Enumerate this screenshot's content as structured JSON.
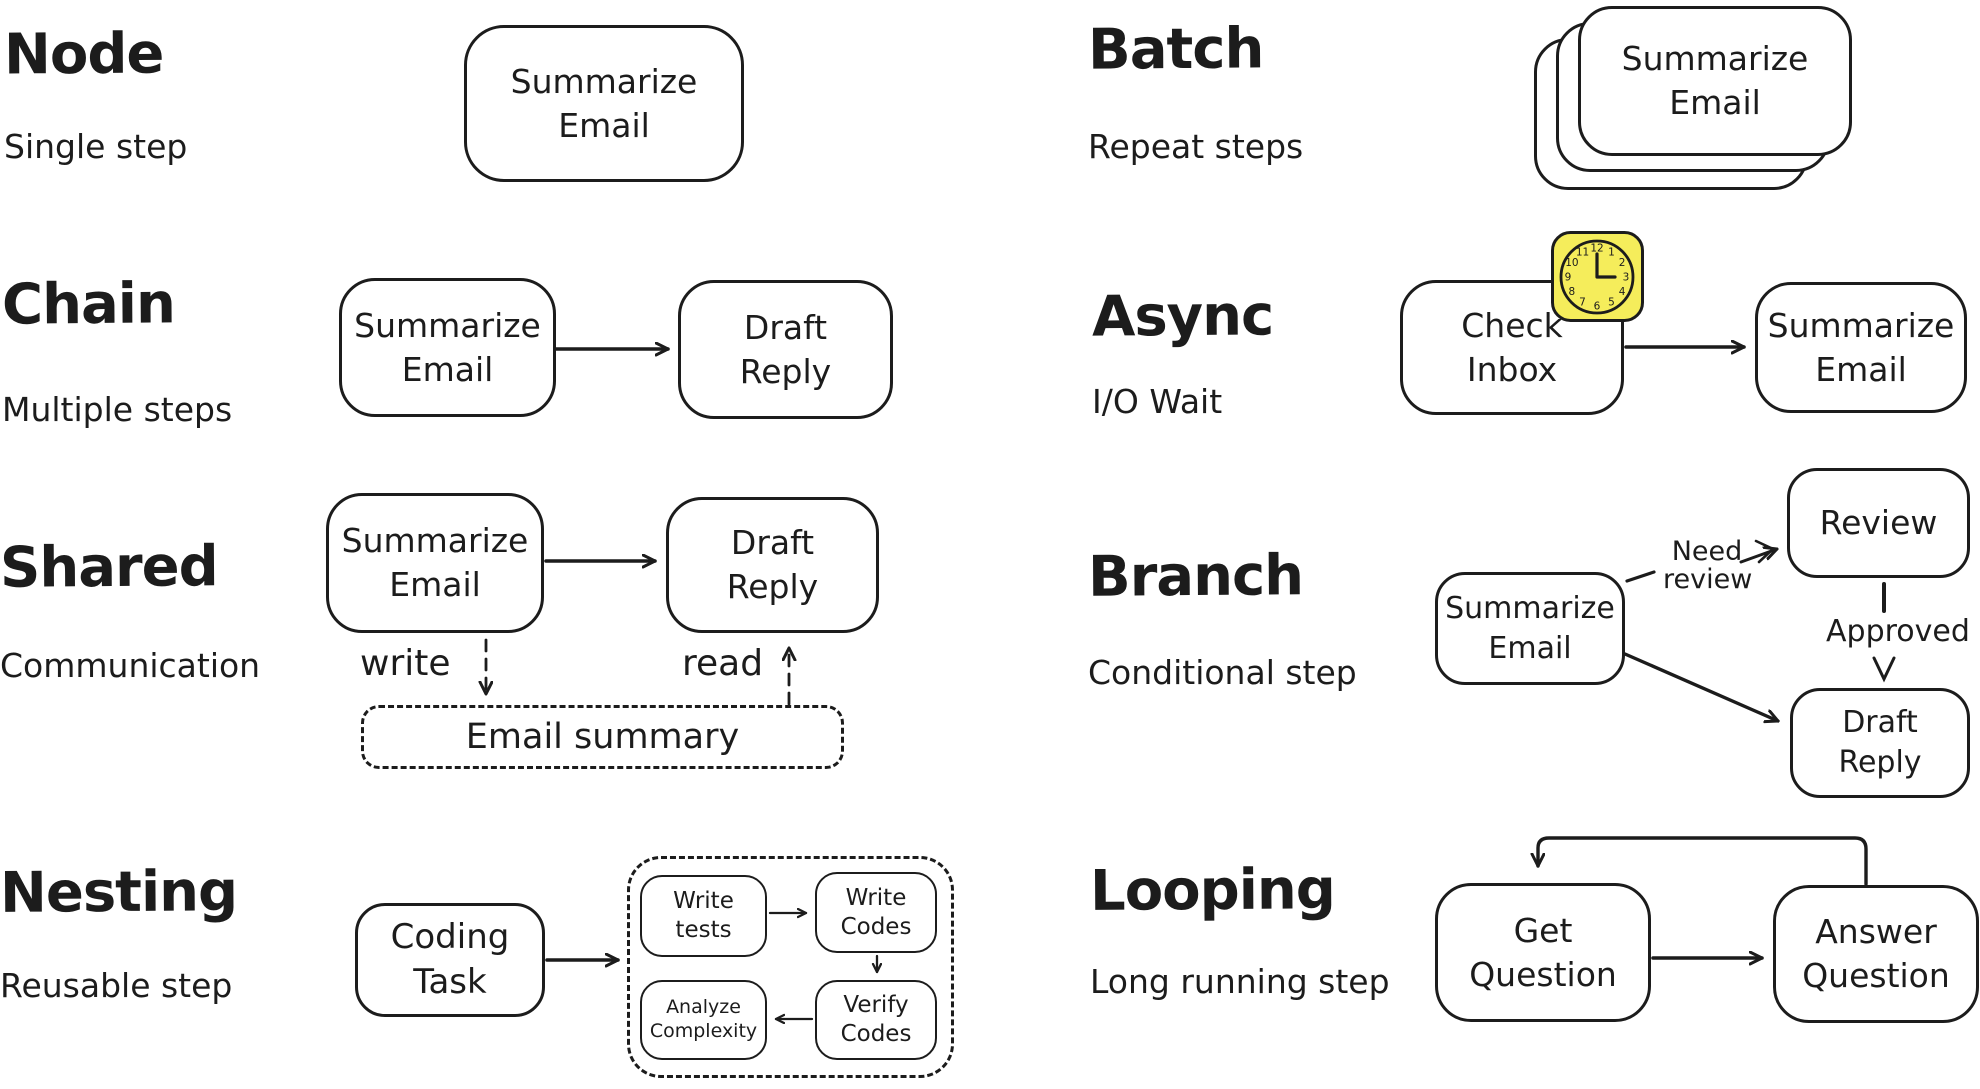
{
  "theme": {
    "paper": "#ffffff",
    "ink": "#1c1c1c",
    "clock_fill": "#f5ed5b"
  },
  "sections": {
    "node": {
      "title": "Node",
      "subtitle": "Single step",
      "box": "Summarize Email"
    },
    "batch": {
      "title": "Batch",
      "subtitle": "Repeat steps",
      "box": "Summarize Email"
    },
    "chain": {
      "title": "Chain",
      "subtitle": "Multiple steps",
      "box1": "Summarize Email",
      "box2": "Draft Reply"
    },
    "async": {
      "title": "Async",
      "subtitle": "I/O Wait",
      "box1": "Check Inbox",
      "box2": "Summarize Email"
    },
    "shared": {
      "title": "Shared",
      "subtitle": "Communication",
      "box1": "Summarize Email",
      "box2": "Draft Reply",
      "store": "Email summary",
      "write_label": "write",
      "read_label": "read"
    },
    "branch": {
      "title": "Branch",
      "subtitle": "Conditional step",
      "box_main": "Summarize Email",
      "box_review": "Review",
      "box_draft": "Draft Reply",
      "edge_need": "Need review",
      "edge_approved": "Approved"
    },
    "nesting": {
      "title": "Nesting",
      "subtitle": "Reusable step",
      "box_main": "Coding Task",
      "inner1": "Write tests",
      "inner2": "Write Codes",
      "inner3": "Verify Codes",
      "inner4": "Analyze Complexity"
    },
    "looping": {
      "title": "Looping",
      "subtitle": "Long running step",
      "box1": "Get Question",
      "box2": "Answer Question"
    }
  },
  "clock": {
    "hands_time_shown": "3:00",
    "numbers": [
      "12",
      "1",
      "2",
      "3",
      "4",
      "5",
      "6",
      "7",
      "8",
      "9",
      "10",
      "11"
    ]
  }
}
